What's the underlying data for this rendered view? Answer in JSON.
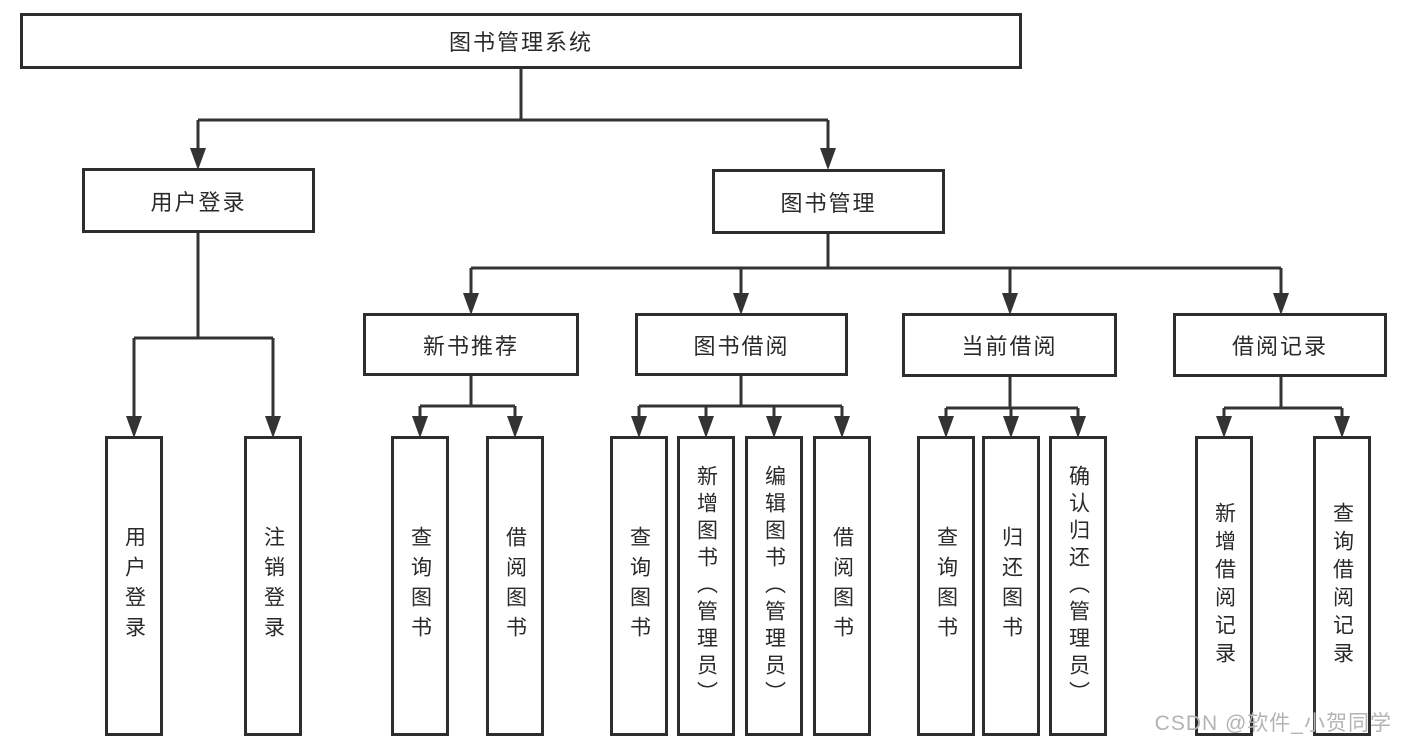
{
  "title": "图书管理系统",
  "nodes": {
    "root": "图书管理系统",
    "userLogin": "用户登录",
    "bookMgmt": "图书管理",
    "newBookRec": "新书推荐",
    "bookBorrow": "图书借阅",
    "currentBorrow": "当前借阅",
    "borrowRecords": "借阅记录",
    "leafUserLogin": "用户登录",
    "leafLogout": "注销登录",
    "recQuery": "查询图书",
    "recBorrow": "借阅图书",
    "bbQuery": "查询图书",
    "bbAdd": "新增图书（管理员）",
    "bbEdit": "编辑图书（管理员）",
    "bbBorrow": "借阅图书",
    "cbQuery": "查询图书",
    "cbReturn": "归还图书",
    "cbConfirm": "确认归还（管理员）",
    "brAdd": "新增借阅记录",
    "brQuery": "查询借阅记录"
  },
  "hierarchy": {
    "label": "图书管理系统",
    "children": [
      {
        "label": "用户登录",
        "children": [
          {
            "label": "用户登录"
          },
          {
            "label": "注销登录"
          }
        ]
      },
      {
        "label": "图书管理",
        "children": [
          {
            "label": "新书推荐",
            "children": [
              {
                "label": "查询图书"
              },
              {
                "label": "借阅图书"
              }
            ]
          },
          {
            "label": "图书借阅",
            "children": [
              {
                "label": "查询图书"
              },
              {
                "label": "新增图书（管理员）"
              },
              {
                "label": "编辑图书（管理员）"
              },
              {
                "label": "借阅图书"
              }
            ]
          },
          {
            "label": "当前借阅",
            "children": [
              {
                "label": "查询图书"
              },
              {
                "label": "归还图书"
              },
              {
                "label": "确认归还（管理员）"
              }
            ]
          },
          {
            "label": "借阅记录",
            "children": [
              {
                "label": "新增借阅记录"
              },
              {
                "label": "查询借阅记录"
              }
            ]
          }
        ]
      }
    ]
  },
  "watermark": "CSDN @软件_小贺同学",
  "colors": {
    "line": "#333333",
    "box_border": "#2d2d2d",
    "text": "#2a2a2a",
    "background": "#ffffff",
    "watermark": "#b3b3b3"
  }
}
